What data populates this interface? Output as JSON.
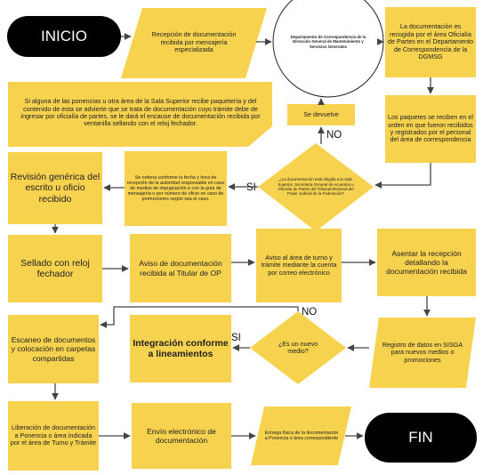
{
  "colors": {
    "process": "#F7D24F",
    "terminal": "#000000",
    "line": "#444444",
    "decision": "#F7D24F"
  },
  "nodes": {
    "inicio": "INICIO",
    "recepcion": "Recepción de documentación recibida por mensajería especializada",
    "departamento": "Departamento de Correspondencia de la Dirección General de Mantenimiento y Servicios Generales",
    "oficialia": "La documentación es recogida por el área Oficialía de Partes en el Departamento de Correspondencia de la DGMSG",
    "aviso_sala": "Si alguna de las ponencias u otra área de la Sala Superior recibe paquetería y del contenido de esta se advierte que se trata de documentación cuyo trámite debe de ingresar por oficialía de partes, se le dará el encause de documentación recibida por ventanilla sellando con el reloj fechador.",
    "se_devuelve": "Se devuelve",
    "paquetes": "Los paquetes se reciben en el orden en que fueron recibidos y registrados por el personal del área de correspondencia",
    "revision": "Revisión genérica del escrito u oficio recibido",
    "se_ordena": "Se ordena conforme la fecha y hora de recepción de la autoridad responsable en caso de medios de impugnación o con la guía de mensajería o por número de oficio en caso de promociones según sea el caso.",
    "decision_dirigida": "¿La documentación está dirigida a la Sala Superior, Secretaría General de Acuerdos u Oficialía de Partes del Tribunal Electoral del Poder Judicial de la Federación?",
    "sellado": "Sellado con reloj fechador",
    "aviso_ponencia": "Aviso de documentación recibida al Titular de OP",
    "aviso_turno": "Aviso al área de turno y trámite mediante la cuenta por correo electrónico",
    "asentar": "Asentar la recepción detallando la documentación recibida",
    "escaneo": "Escaneo de documentos y colocación en carpetas compartidas",
    "integracion": "Integración conforme a lineamientos",
    "nuevo_medio": "¿Es un nuevo medio?",
    "registro": "Registro de datos en SISGA para nuevos medios o promociones",
    "liberacion": "Liberación de documentación a Ponencia o área indicada por el área de Turno y Trámite",
    "envio": "Envío electrónico de documentación",
    "entrega": "Entrega física de la documentación a Ponencia o área correspondiente",
    "fin": "FIN"
  },
  "edges": {
    "no_top": "NO",
    "si_left": "SI",
    "no_mid": "NO",
    "si_mid": "SI"
  }
}
